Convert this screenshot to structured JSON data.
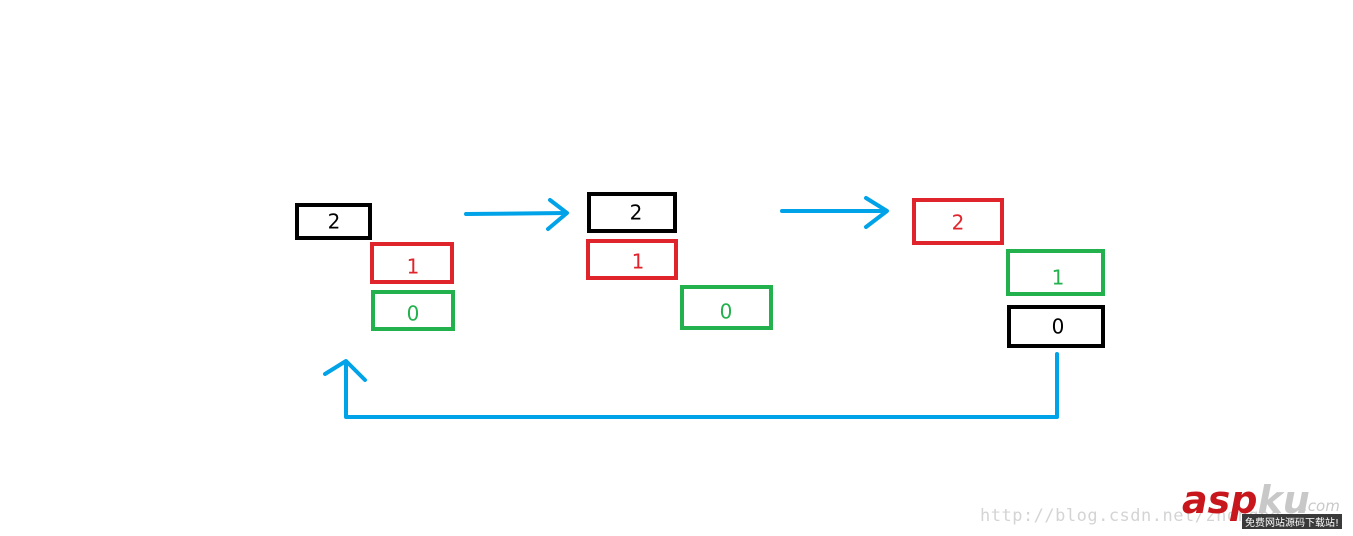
{
  "colors": {
    "black": "#000000",
    "red": "#e0242b",
    "green": "#22b14c",
    "arrow": "#00a2e8"
  },
  "stages": [
    {
      "boxes": [
        {
          "value": "2",
          "color": "black"
        },
        {
          "value": "1",
          "color": "red"
        },
        {
          "value": "0",
          "color": "green"
        }
      ]
    },
    {
      "boxes": [
        {
          "value": "2",
          "color": "black"
        },
        {
          "value": "1",
          "color": "red"
        },
        {
          "value": "0",
          "color": "green"
        }
      ]
    },
    {
      "boxes": [
        {
          "value": "2",
          "color": "red"
        },
        {
          "value": "1",
          "color": "green"
        },
        {
          "value": "0",
          "color": "black"
        }
      ]
    }
  ],
  "watermark": {
    "url": "http://blog.csdn.net/zhonghe",
    "logo_asp": "asp",
    "logo_ku": "ku",
    "logo_com": ".com",
    "logo_sub": "免费网站源码下载站!"
  }
}
